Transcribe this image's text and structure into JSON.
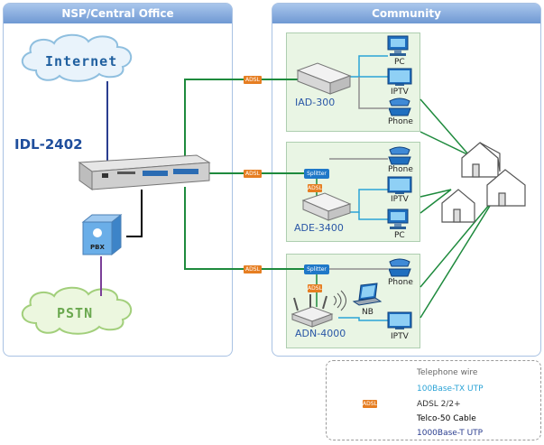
{
  "panels": {
    "left_title": "NSP/Central Office",
    "right_title": "Community"
  },
  "clouds": {
    "internet": "Internet",
    "pstn": "PSTN"
  },
  "main_device": {
    "name": "IDL-2402",
    "pbx_label": "PBX"
  },
  "adsl_tag": "ADSL",
  "splitter_tag": "Splitter",
  "groups": [
    {
      "device_name": "IAD-300",
      "clients": [
        "PC",
        "IPTV",
        "Phone"
      ]
    },
    {
      "device_name": "ADE-3400",
      "clients": [
        "Phone",
        "IPTV",
        "PC"
      ]
    },
    {
      "device_name": "ADN-4000",
      "clients": [
        "Phone",
        "NB",
        "IPTV"
      ]
    }
  ],
  "legend": [
    {
      "label": "Telephone wire",
      "color": "#8f8f8f",
      "text_color": "#666666"
    },
    {
      "label": "100Base-TX UTP",
      "color": "#2ba3d6",
      "text_color": "#2ba3d6"
    },
    {
      "label": "ADSL 2/2+",
      "color": "#1e8a3d",
      "text_color": "#333333"
    },
    {
      "label": "Telco-50 Cable",
      "color": "#000000",
      "text_color": "#000000"
    },
    {
      "label": "1000Base-T UTP",
      "color": "#2a3d8f",
      "text_color": "#2a3d8f"
    }
  ],
  "colors": {
    "adsl_line": "#1e8a3d",
    "utp_line": "#2ba3d6",
    "phone_line": "#8f8f8f",
    "telco_line": "#000000",
    "gige_line": "#2a3d8f",
    "pbx_line": "#7b3f98",
    "adsl_tag": "#e67e22",
    "splitter": "#1f78c8"
  }
}
